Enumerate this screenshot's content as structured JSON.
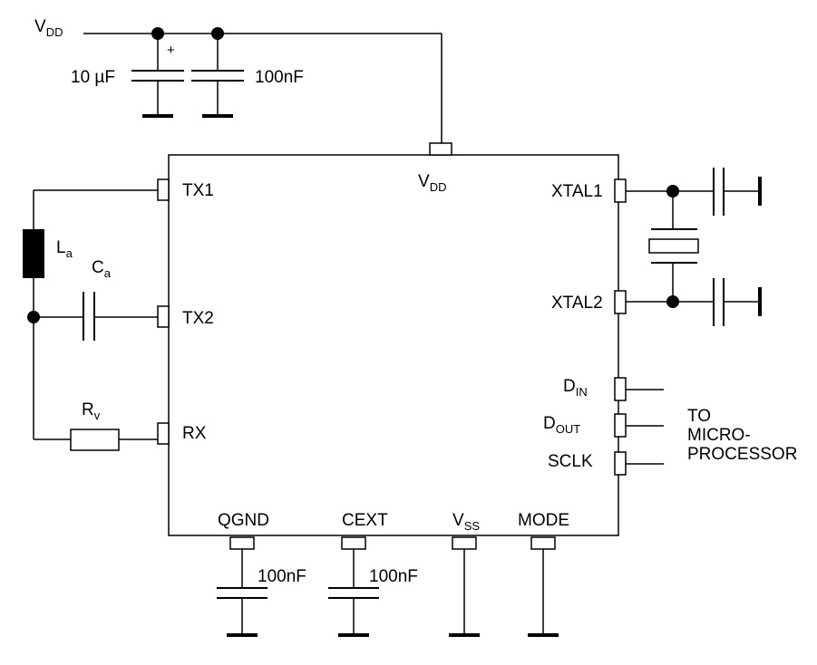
{
  "supply": {
    "vdd_main": "V",
    "vdd_main_sub": "DD",
    "cap_10u": "10 µF",
    "cap_10u_polarity": "+",
    "cap_100n": "100nF"
  },
  "chip": {
    "pins": {
      "tx1": "TX1",
      "tx2": "TX2",
      "rx": "RX",
      "vdd": "V",
      "vdd_sub": "DD",
      "xtal1": "XTAL1",
      "xtal2": "XTAL2",
      "din": "D",
      "din_sub": "IN",
      "dout": "D",
      "dout_sub": "OUT",
      "sclk": "SCLK",
      "qgnd": "QGND",
      "cext": "CEXT",
      "vss": "V",
      "vss_sub": "SS",
      "mode": "MODE"
    }
  },
  "antenna": {
    "inductor": "L",
    "inductor_sub": "a",
    "capacitor": "C",
    "capacitor_sub": "a",
    "resistor": "R",
    "resistor_sub": "v"
  },
  "bottom_caps": {
    "qgnd_cap": "100nF",
    "cext_cap": "100nF"
  },
  "micro": {
    "line1": "TO",
    "line2": "MICRO-",
    "line3": "PROCESSOR"
  }
}
